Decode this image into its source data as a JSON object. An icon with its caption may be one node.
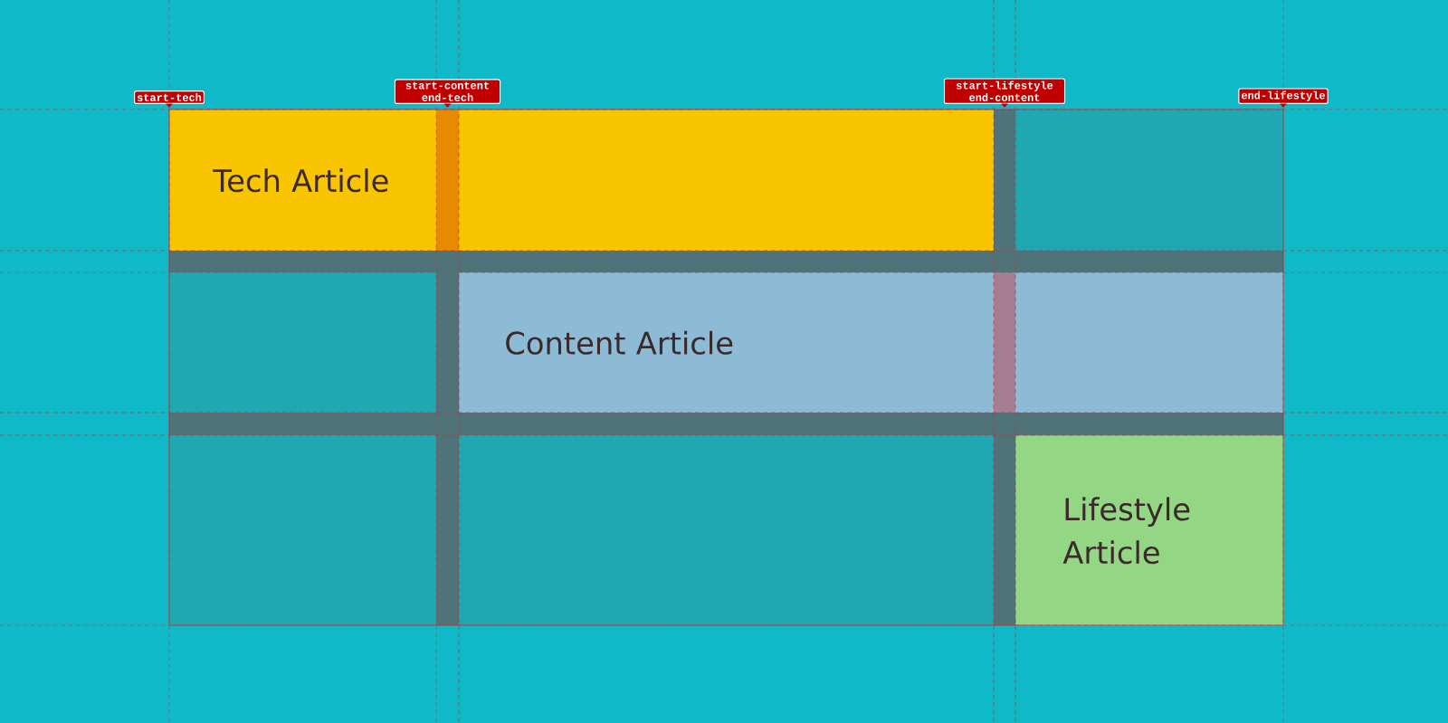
{
  "diagram": {
    "nodes": [
      {
        "text": [
          "Tech Article"
        ]
      },
      {
        "text": [
          "Content Article"
        ]
      },
      {
        "text": [
          "Lifestyle Article"
        ]
      }
    ],
    "labels": [
      "start-tech",
      "start-content end-tech",
      "start-lifestyle end-content",
      "end-lifestyle"
    ]
  }
}
